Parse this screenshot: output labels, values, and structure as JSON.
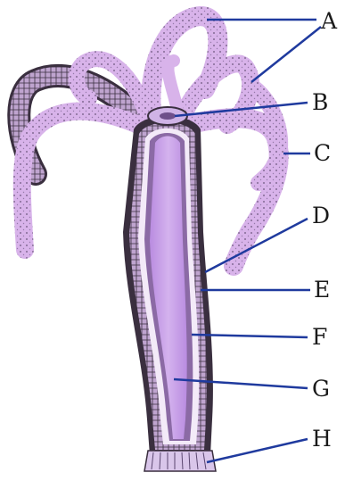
{
  "diagram": {
    "labels": [
      {
        "id": "A",
        "text": "A"
      },
      {
        "id": "B",
        "text": "B"
      },
      {
        "id": "C",
        "text": "C"
      },
      {
        "id": "D",
        "text": "D"
      },
      {
        "id": "E",
        "text": "E"
      },
      {
        "id": "F",
        "text": "F"
      },
      {
        "id": "G",
        "text": "G"
      },
      {
        "id": "H",
        "text": "H"
      }
    ],
    "colors": {
      "body_outer": "#b58ad6",
      "gastrovascular_cavity": "#c9a0e8",
      "tentacle": "#d8b3ea",
      "wall_dark": "#3a2f3f",
      "leader_line": "#1f3a9e"
    }
  }
}
